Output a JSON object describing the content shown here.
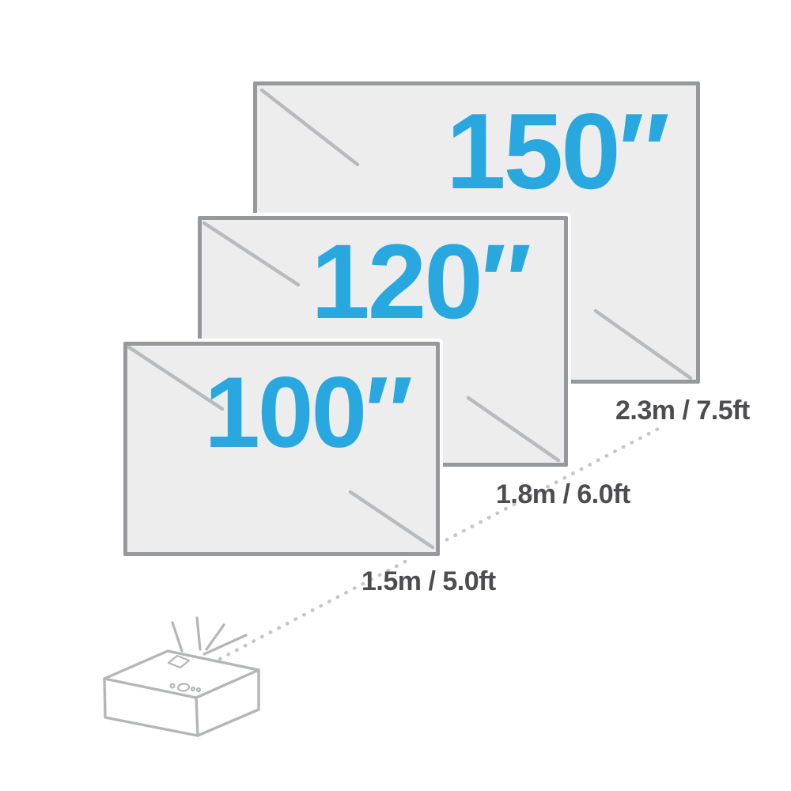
{
  "screens": [
    {
      "name": "150-inch",
      "size_label": "150″",
      "size_inches": 150,
      "distance_label": "2.3m / 7.5ft",
      "distance_meters": 2.3,
      "distance_feet": 7.5
    },
    {
      "name": "120-inch",
      "size_label": "120″",
      "size_inches": 120,
      "distance_label": "1.8m / 6.0ft",
      "distance_meters": 1.8,
      "distance_feet": 6.0
    },
    {
      "name": "100-inch",
      "size_label": "100″",
      "size_inches": 100,
      "distance_label": "1.5m / 5.0ft",
      "distance_meters": 1.5,
      "distance_feet": 5.0
    }
  ],
  "colors": {
    "accent-blue": "#29a8e0",
    "screen-fill": "#ededee",
    "screen-border": "#97989b",
    "reflection": "#b9babc",
    "text-gray": "#4d4d4f",
    "beam-dots": "#c5c6c7",
    "projector-outline": "#b4b5b7"
  }
}
